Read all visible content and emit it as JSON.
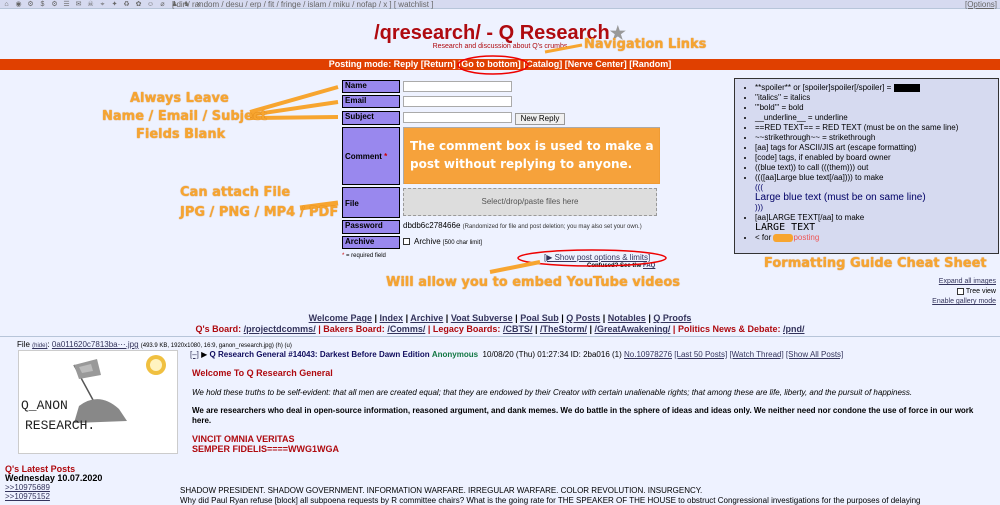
{
  "topbar": {
    "icons": [
      "⌂",
      "◉",
      "⚙",
      "$",
      "⚙",
      "☰",
      "✉",
      "☠",
      "⌖",
      "✦",
      "♻",
      "✿",
      "☺",
      "⌀",
      "♟",
      "♞",
      "x"
    ],
    "nav_text": "[ dir / random / desu / erp / fit / fringe / islam / miku / nofap / x ] [ watchlist ]",
    "options": "[Options]"
  },
  "header": {
    "title": "/qresearch/ - Q Research",
    "star": "★",
    "subtitle": "Research and discussion about Q's crumbs"
  },
  "postbar": {
    "mode": "Posting mode: Reply",
    "links": [
      "[Return]",
      "[Go to bottom]",
      "[Catalog]",
      "[Nerve Center]",
      "[Random]"
    ]
  },
  "form": {
    "name_label": "Name",
    "email_label": "Email",
    "subject_label": "Subject",
    "new_reply": "New Reply",
    "comment_label": "Comment",
    "required_mark": "*",
    "file_label": "File",
    "file_placeholder": "Select/drop/paste files here",
    "password_label": "Password",
    "password_value": "dbdb6c278466e",
    "password_note": "(Randomized for file and post deletion; you may also set your own.)",
    "archive_label": "Archive",
    "archive_checkbox": "Archive",
    "archive_limit": "[500 char limit]",
    "required_note": "= required field",
    "show_options": "[▶ Show post options & limits]",
    "confused": "Confused? See the",
    "faq": "FAQ"
  },
  "formatting": {
    "items": [
      "**spoiler** or [spoiler]spoiler[/spoiler] =",
      "''italics'' = italics",
      "'''bold''' = bold",
      "__underline__ = underline",
      "==RED TEXT== = RED TEXT (must be on the same line)",
      "~~strikethrough~~ = strikethrough",
      "[aa] tags for ASCII/JIS art (escape formatting)",
      "[code] tags, if enabled by board owner",
      "((blue text)) to call (((them))) out",
      "((([aa]Large blue text[/aa]))) to make",
      "(((",
      "Large blue text (must be on same line)",
      ")))",
      "[aa]LARGE TEXT[/aa] to make",
      "LARGE TEXT",
      "< for",
      "posting"
    ]
  },
  "right_misc": {
    "expand": "Expand all images",
    "tree": "Tree view",
    "gallery": "Enable gallery mode"
  },
  "boards": {
    "line1": [
      "Welcome Page",
      "Index",
      "Archive",
      "Voat Subverse",
      "Poal Sub",
      "Q Posts",
      "Notables",
      "Q Proofs"
    ],
    "qboard_label": "Q's Board:",
    "qboard": "/projectdcomms/",
    "bakers_label": "Bakers Board:",
    "bakers": "/Comms/",
    "legacy_label": "Legacy Boards:",
    "legacy": [
      "/CBTS/",
      "/TheStorm/",
      "/GreatAwakening/"
    ],
    "politics_label": "Politics News & Debate:",
    "politics": "/pnd/"
  },
  "op": {
    "file_label": "File",
    "hide": "(hide)",
    "filename": "0a011620c7813ba⋯.jpg",
    "file_meta": "(493.9 KB, 1920x1080, 16:9, ganon_research.jpg) (h) (u)",
    "thumb_text1": "Q_ANON",
    "thumb_text2": "RESEARCH.",
    "toggle": "[–]",
    "arrow": "▶",
    "subject": "Q Research General #14043: Darkest Before Dawn Edition",
    "name": "Anonymous",
    "date": "10/08/20 (Thu) 01:27:34",
    "id_label": "ID: 2ba016 (1)",
    "no": "No.10978276",
    "last50": "[Last 50 Posts]",
    "watch": "[Watch Thread]",
    "showall": "[Show All Posts]",
    "heading": "Welcome To Q Research General",
    "para1": "We hold these truths to be self-evident: that all men are created equal; that they are endowed by their Creator with certain unalienable rights; that among these are life, liberty, and the pursuit of happiness.",
    "para2": "We are researchers who deal in open-source information, reasoned argument, and dank memes. We do battle in the sphere of ideas and ideas only.  We neither need nor condone the use of force in our work here.",
    "vincit": "VINCIT OMNIA VERITAS",
    "semper": "SEMPER FIDELIS====WWG1WGA"
  },
  "latest": {
    "title": "Q's Latest Posts",
    "date": "Wednesday 10.07.2020",
    "link1": ">>10975689",
    "link2": ">>10975152",
    "text1": "SHADOW PRESIDENT.  SHADOW GOVERNMENT.  INFORMATION WARFARE.  IRREGULAR WARFARE.  COLOR REVOLUTION.    INSURGENCY.",
    "text2": "Why did Paul Ryan refuse [block] all subpoena requests by R committee chairs?  What is the going rate for THE SPEAKER OF THE HOUSE to obstruct Congressional investigations for the purposes of delaying"
  },
  "annotations": {
    "nav": "Navigation Links",
    "always1": "Always Leave",
    "always2": "Name / Email / Subject",
    "always3": "Fields Blank",
    "comment1": "The comment box is used to make a",
    "comment2": "post without replying to anyone.",
    "attach1": "Can attach File",
    "attach2": "JPG / PNG / MP4 / PDF",
    "youtube": "Will allow you to embed YouTube videos",
    "fmt": "Formatting Guide Cheat Sheet"
  },
  "colors": {
    "accent": "#af0a0f",
    "postbar": "#e04000",
    "annotation": "#f7a530"
  }
}
